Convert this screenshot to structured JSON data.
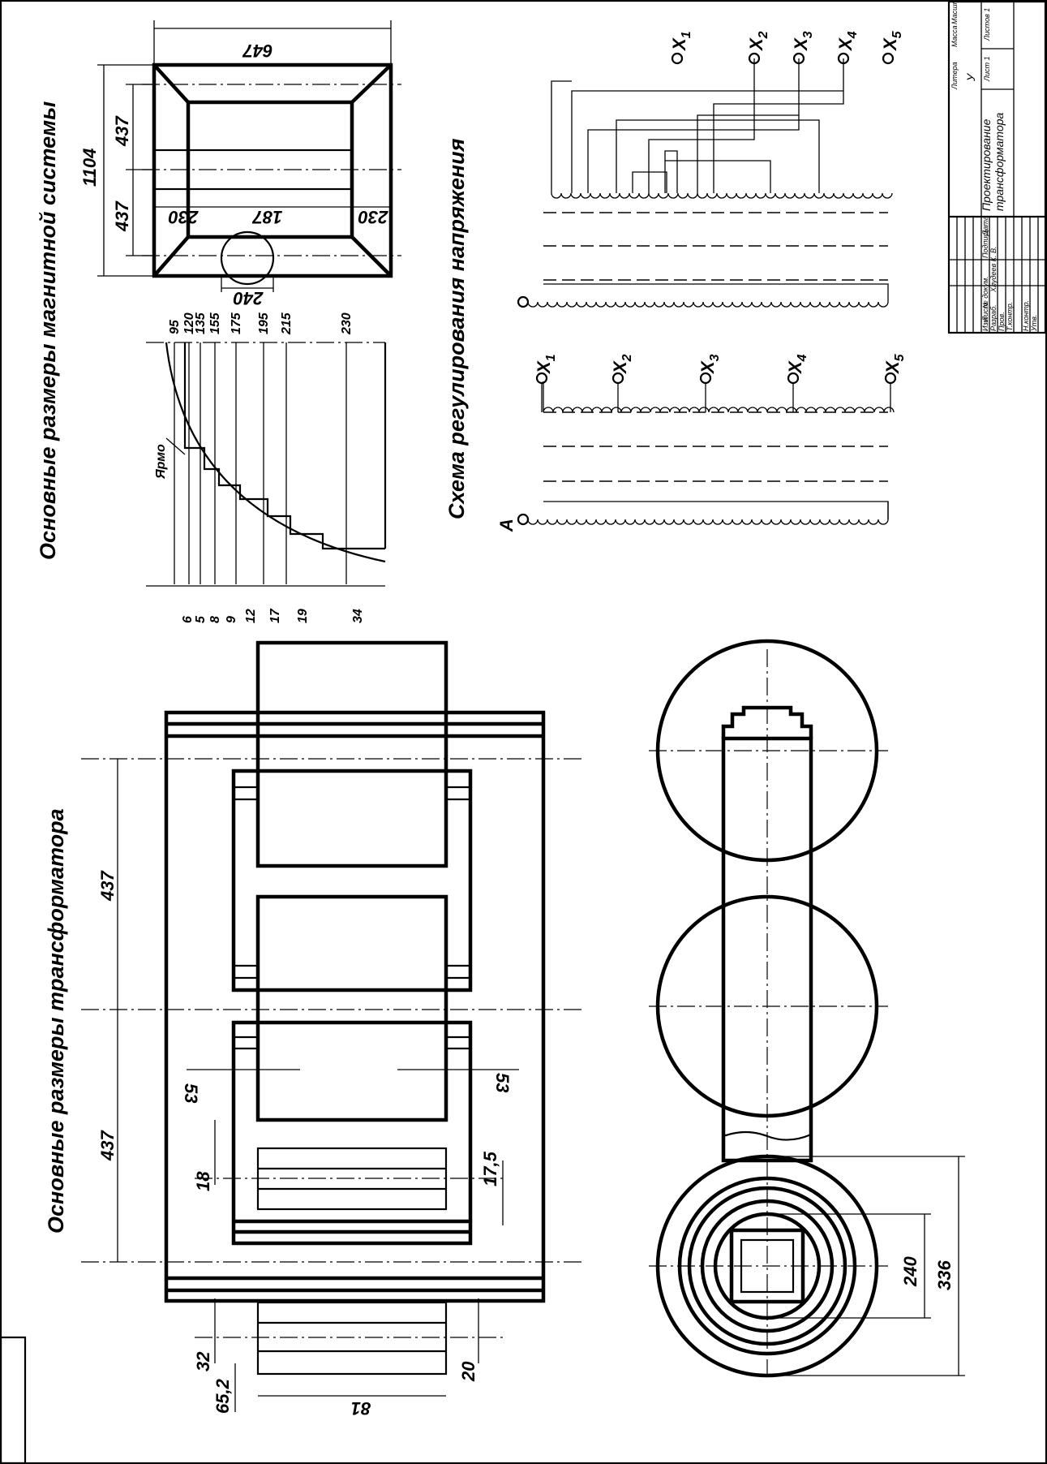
{
  "titles": {
    "magnetic_system": "Основные размеры магнитной системы",
    "transformer": "Основные размеры трансформатора",
    "regulation": "Схема регулирования напряжения"
  },
  "yoke_label": "Ярмо",
  "magnetic_system_dims": {
    "total": "1104",
    "upper": "437",
    "lower": "437",
    "width": "647",
    "window": "187",
    "left_offset": "230",
    "right_offset": "230",
    "rod": "240"
  },
  "section_widths": [
    "95",
    "120",
    "135",
    "155",
    "175",
    "195",
    "215",
    "230"
  ],
  "section_steps": [
    "6",
    "5",
    "8",
    "9",
    "12",
    "17",
    "19",
    "34"
  ],
  "transformer_dims": {
    "axis_upper": "437",
    "axis_lower": "437",
    "gap_left": "53",
    "gap_right": "53",
    "d18": "18",
    "d17_5": "17,5",
    "d32": "32",
    "d20": "20",
    "d65_2": "65,2",
    "d81": "81",
    "d240": "240",
    "d336": "336"
  },
  "taps": [
    "X",
    "X",
    "X",
    "X",
    "X"
  ],
  "tap_indices": [
    "1",
    "2",
    "3",
    "4",
    "5"
  ],
  "terminal_a": "A",
  "title_block": {
    "title_line1": "Проектирование",
    "title_line2": "трансформатора",
    "col_litera": "Литера",
    "col_massa": "Масса",
    "col_masshtab": "Масштаб",
    "litera_value": "У",
    "sheet": "Лист 1",
    "sheets": "Листов 1",
    "h_izm": "Изм",
    "h_list": "Лист",
    "h_doc": "№ докум.",
    "h_sign": "Подпись",
    "h_date": "Дата",
    "r_razrab": "Разраб.",
    "r_prov": "Пров.",
    "r_tkontr": "Т.контр.",
    "r_nkontr": "Н.контр.",
    "r_utv": "Утв.",
    "developer": "Хлудеев К. В."
  }
}
